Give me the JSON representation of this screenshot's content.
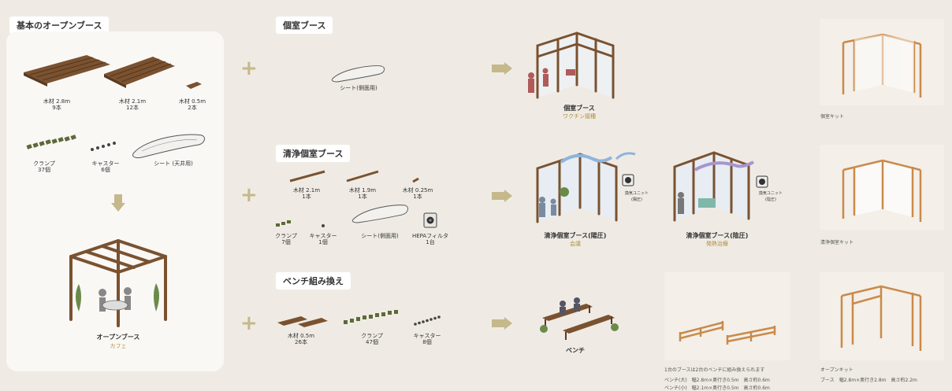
{
  "basic": {
    "title": "基本のオープンブース",
    "items": [
      {
        "name": "木材 2.8m",
        "qty": "9本"
      },
      {
        "name": "木材 2.1m",
        "qty": "12本"
      },
      {
        "name": "木材 0.5m",
        "qty": "2本"
      },
      {
        "name": "クランプ",
        "qty": "37個"
      },
      {
        "name": "キャスター",
        "qty": "6個"
      },
      {
        "name": "シート (天井用)",
        "qty": ""
      }
    ],
    "result_title": "オープンブース",
    "result_sub": "カフェ"
  },
  "private": {
    "title": "個室ブース",
    "items": [
      {
        "name": "シート(側面用)",
        "qty": ""
      }
    ],
    "result_title": "個室ブース",
    "result_sub": "ワクチン接種",
    "photo_caption": "個室キット"
  },
  "clean": {
    "title": "清浄個室ブース",
    "items": [
      {
        "name": "木材 2.1m",
        "qty": "1本"
      },
      {
        "name": "木材 1.9m",
        "qty": "1本"
      },
      {
        "name": "木材 0.25m",
        "qty": "1本"
      },
      {
        "name": "クランプ",
        "qty": "7個"
      },
      {
        "name": "キャスター",
        "qty": "1個"
      },
      {
        "name": "シート(側面用)",
        "qty": ""
      },
      {
        "name": "HEPAフィルタ",
        "qty": "1台"
      }
    ],
    "result1_title": "清浄個室ブース(陽圧)",
    "result1_sub": "会議",
    "result2_title": "清浄個室ブース(陰圧)",
    "result2_sub": "発熱治療",
    "unit_label1": "換気ユニット",
    "unit_label1b": "(陽圧)",
    "unit_label2": "換気ユニット",
    "unit_label2b": "(陰圧)",
    "photo_caption": "清浄個室キット"
  },
  "bench": {
    "title": "ベンチ組み換え",
    "items": [
      {
        "name": "木材 0.5m",
        "qty": "26本"
      },
      {
        "name": "クランプ",
        "qty": "47個"
      },
      {
        "name": "キャスター",
        "qty": "8個"
      }
    ],
    "result_title": "ベンチ",
    "photo_caption": "1台のブースは2台のベンチに組み換えられます",
    "spec1": "ベンチ(大)　幅2.8m×奥行き0.5m　高さ約0.6m",
    "spec2": "ベンチ(小)　幅2.1m×奥行き0.5m　高さ約0.6m",
    "open_kit_caption": "オープンキット",
    "open_kit_spec": "ブース　幅2.8m×奥行き2.8m　高さ約2.2m"
  },
  "colors": {
    "accent": "#b08a3e",
    "wood": "#7a5230",
    "plus": "#c5b88a",
    "background": "#efebe4"
  }
}
